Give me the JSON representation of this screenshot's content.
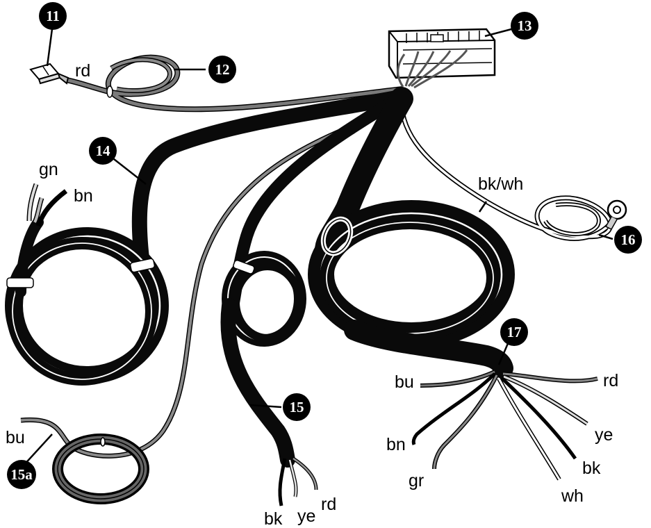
{
  "callouts": {
    "c11": "11",
    "c12": "12",
    "c13": "13",
    "c14": "14",
    "c15": "15",
    "c15a": "15a",
    "c16": "16",
    "c17": "17"
  },
  "wire_labels": {
    "rd_12": "rd",
    "gn_14": "gn",
    "bn_14": "bn",
    "bkwh_16": "bk/wh",
    "bu_15a": "bu",
    "bk_15": "bk",
    "ye_15": "ye",
    "rd_15": "rd",
    "bu_17": "bu",
    "bn_17": "bn",
    "gr_17": "gr",
    "rd_17": "rd",
    "ye_17": "ye",
    "bk_17": "bk",
    "wh_17": "wh"
  },
  "colors": {
    "ink": "#000000",
    "sleeve": "#0a0a0a",
    "grey_wire": "#7a7a7a",
    "dark_grey_wire": "#4a4a4a",
    "light_wire": "#d8d8d8",
    "paper": "#ffffff"
  }
}
